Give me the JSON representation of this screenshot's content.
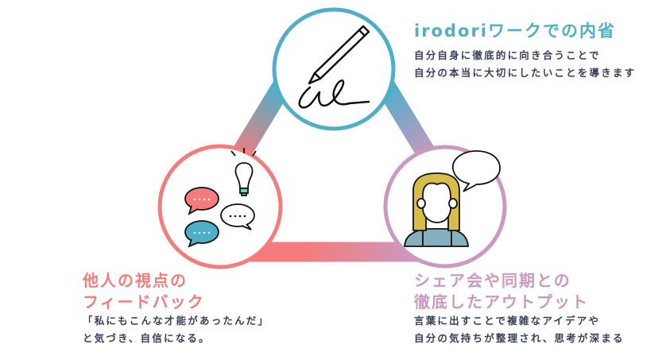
{
  "colors": {
    "blue": "#4fafc9",
    "pink": "#f47c7c",
    "purple": "#cc98bf",
    "text": "#3a3f58"
  },
  "nodes": {
    "top": {
      "icon": "pencil-writing-icon",
      "title": "irodoriワークでの内省",
      "desc": [
        "自分自身に徹底的に向き合うことで",
        "自分の本当に大切にしたいことを導きます"
      ]
    },
    "left": {
      "icon": "speech-bubbles-lightbulb-icon",
      "title": [
        "他人の視点の",
        "フィードバック"
      ],
      "desc": [
        "「私にもこんな才能があったんだ」",
        "と気づき、自信になる。"
      ]
    },
    "right": {
      "icon": "person-speaking-icon",
      "title": [
        "シェア会や同期との",
        "徹底したアウトプット"
      ],
      "desc": [
        "言葉に出すことで複雑なアイデアや",
        "自分の気持ちが整理され、思考が深まる"
      ]
    }
  }
}
